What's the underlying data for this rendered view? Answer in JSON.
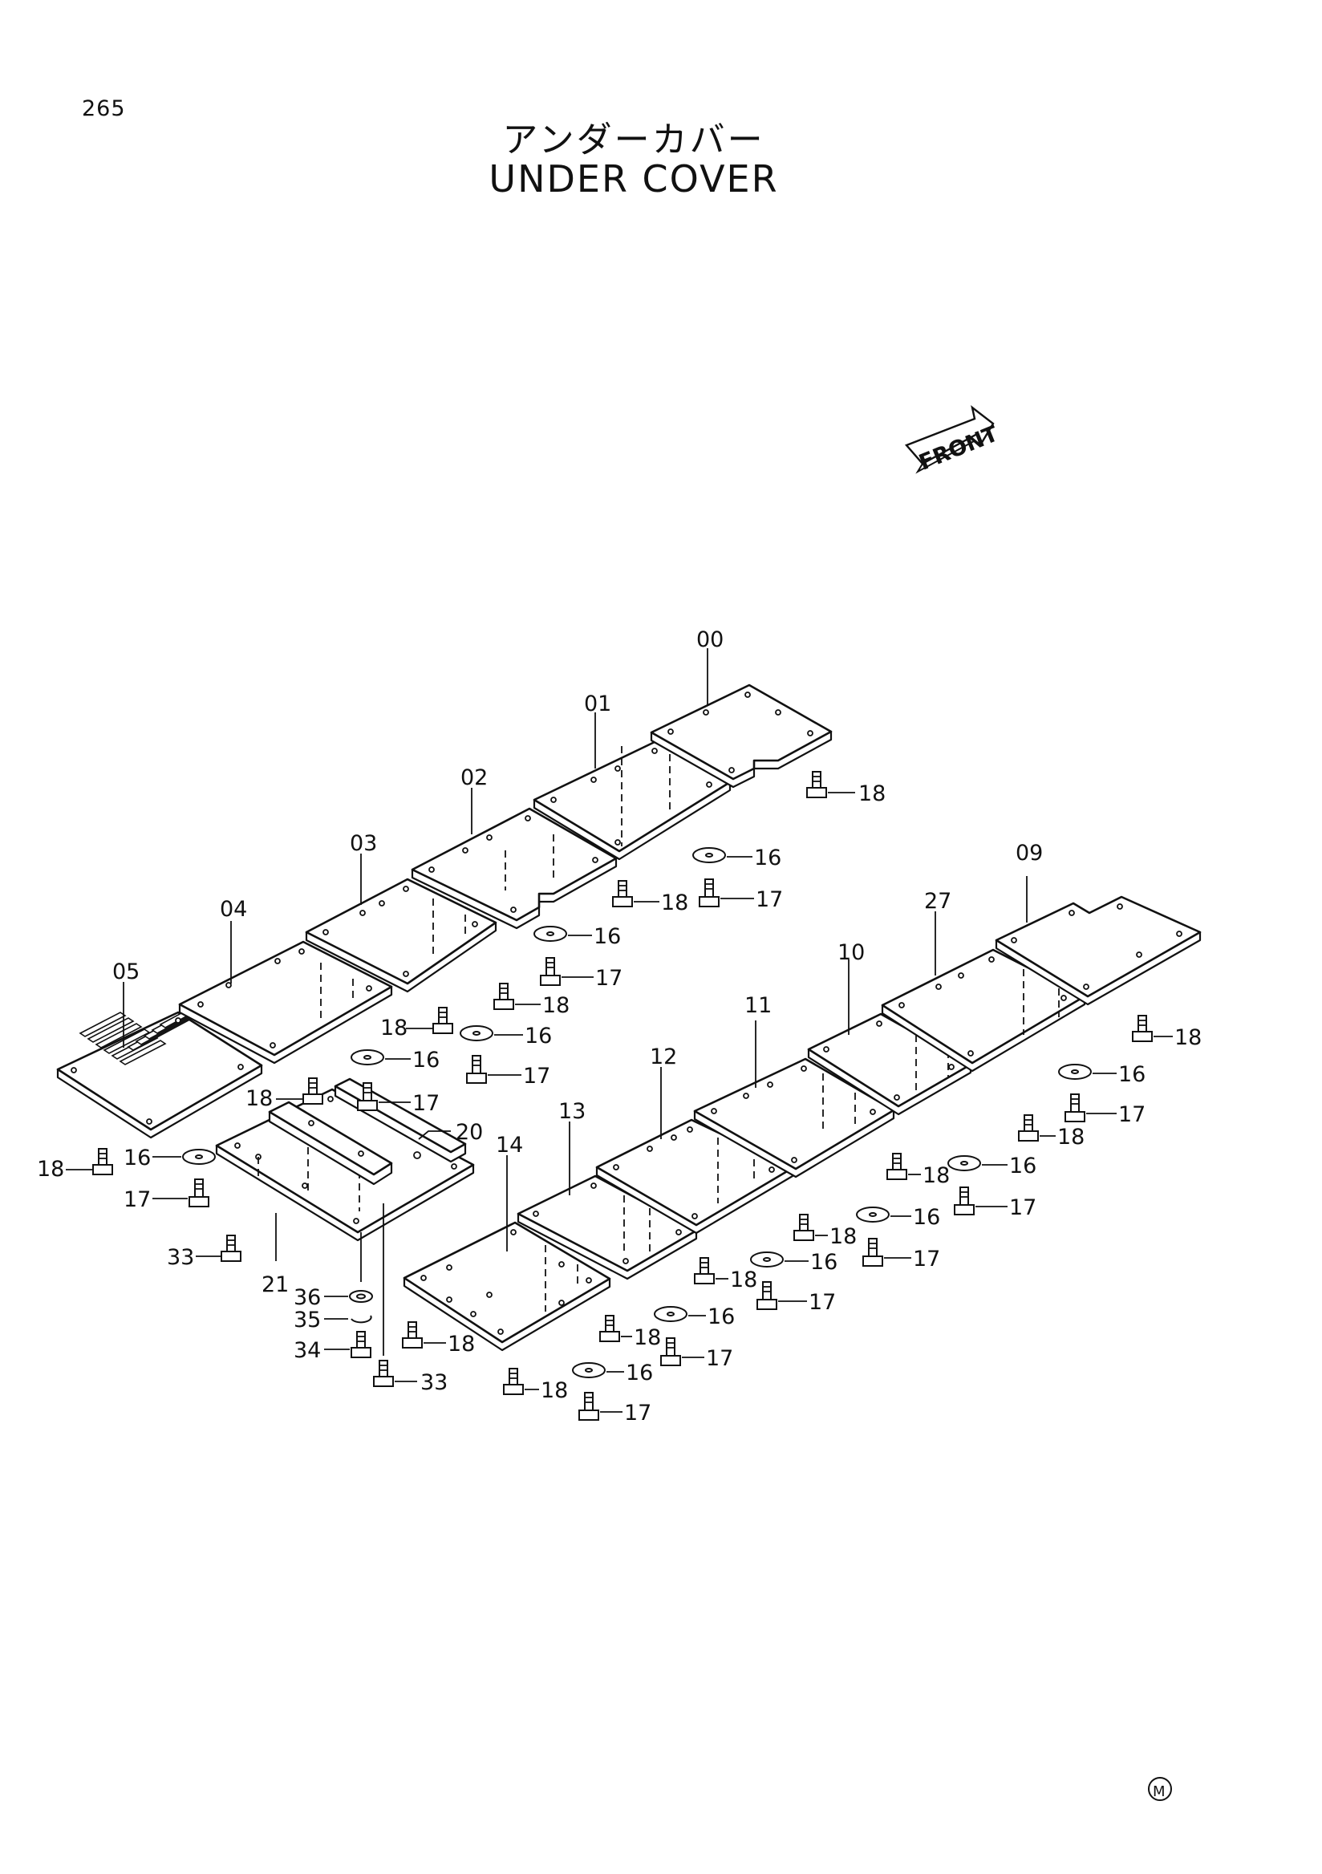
{
  "page_number": "265",
  "title_jp": "アンダーカバー",
  "title_en": "UNDER COVER",
  "front_label": "FRONT",
  "corner_mark": "M",
  "labels": {
    "p00": "00",
    "p01": "01",
    "p02": "02",
    "p03": "03",
    "p04": "04",
    "p05": "05",
    "p09": "09",
    "p27": "27",
    "p10": "10",
    "p11": "11",
    "p12": "12",
    "p13": "13",
    "p14": "14",
    "p20": "20",
    "p21": "21",
    "washer": "16",
    "bolt": "17",
    "capscrew": "18",
    "p33": "33",
    "p34": "34",
    "p35": "35",
    "p36": "36"
  }
}
